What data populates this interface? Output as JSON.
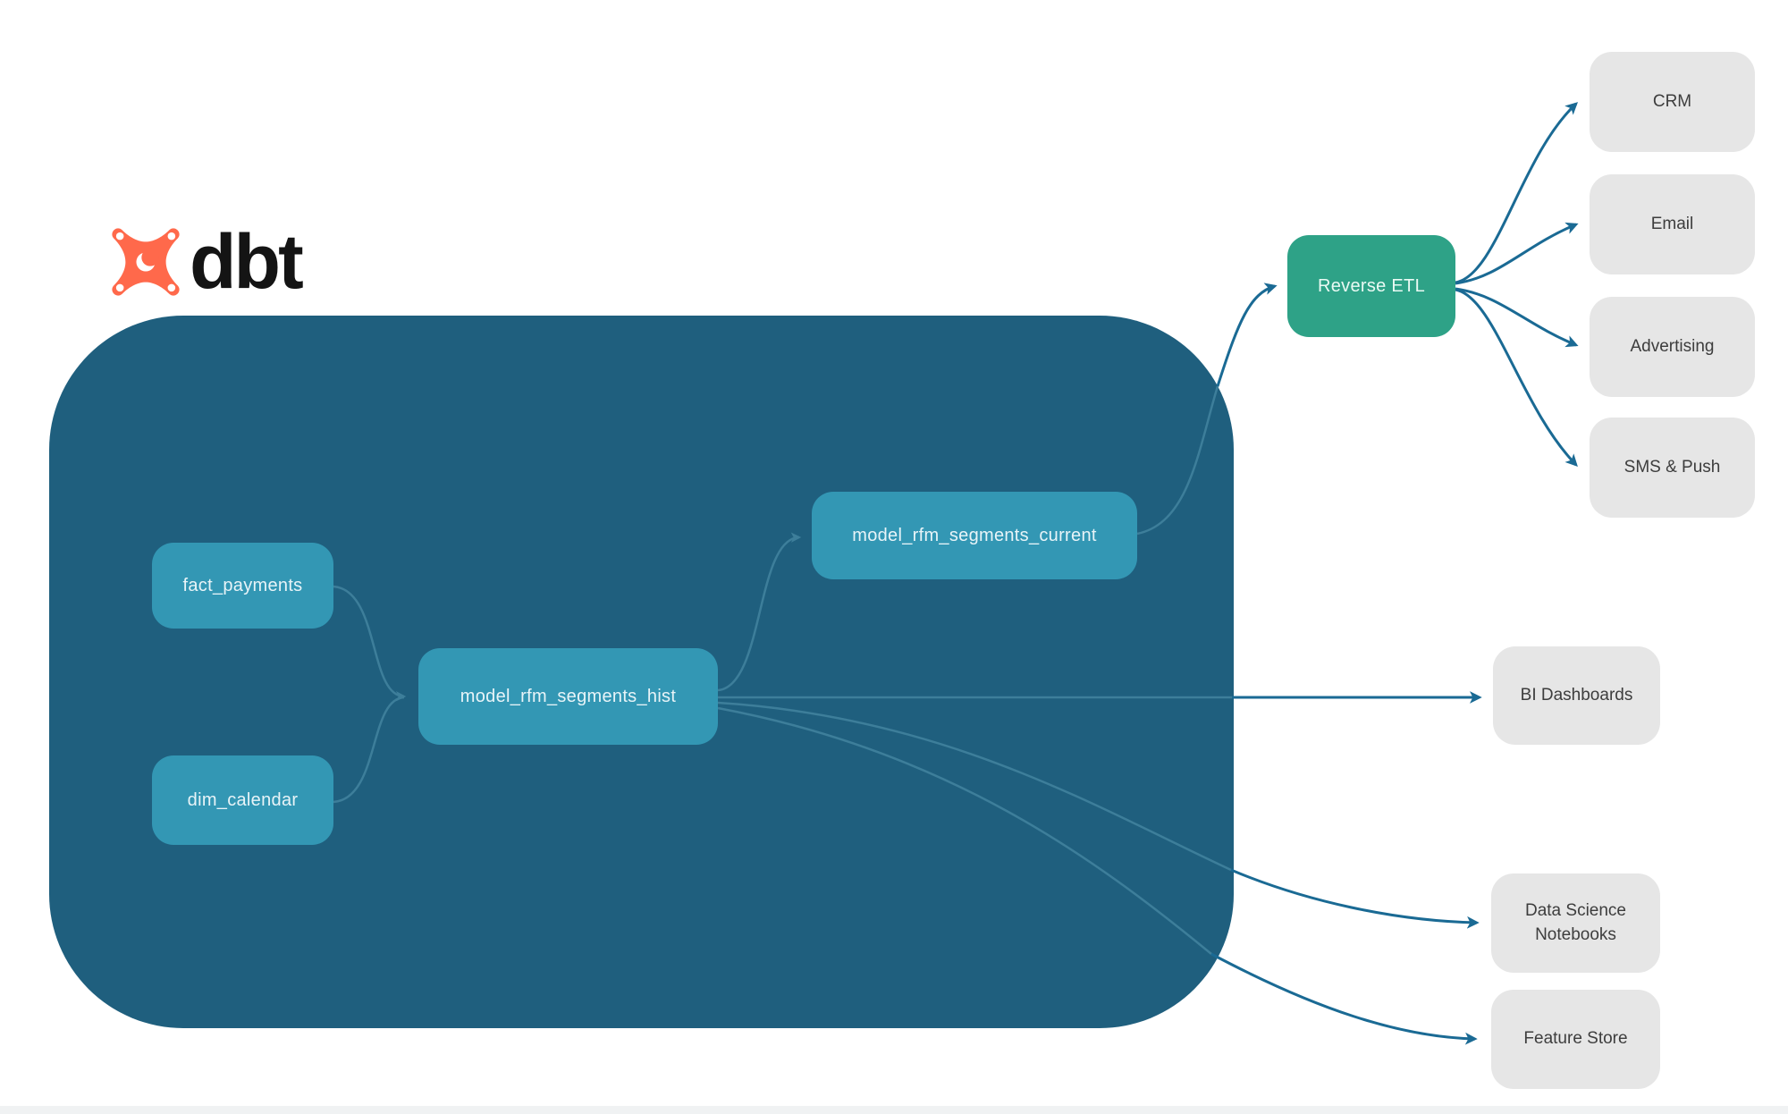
{
  "logo": {
    "text": "dbt",
    "icon": "dbt-star-icon",
    "icon_color": "#ff694b",
    "text_color": "#141414"
  },
  "warehouse": {
    "background_color": "#1f5f7e",
    "node_color": "#3397b4",
    "node_text_color": "#e8f4f8",
    "nodes": {
      "fact_payments": {
        "label": "fact_payments"
      },
      "dim_calendar": {
        "label": "dim_calendar"
      },
      "hist": {
        "label": "model_rfm_segments_hist"
      },
      "current": {
        "label": "model_rfm_segments_current"
      }
    }
  },
  "reverse_etl": {
    "label": "Reverse ETL",
    "color": "#2ea287",
    "text_color": "#eafaf4"
  },
  "destinations": [
    {
      "label": "CRM"
    },
    {
      "label": "Email"
    },
    {
      "label": "Advertising"
    },
    {
      "label": "SMS & Push"
    }
  ],
  "outputs": [
    {
      "label": "BI Dashboards"
    },
    {
      "label": "Data Science Notebooks"
    },
    {
      "label": "Feature Store"
    }
  ],
  "destination_style": {
    "background": "#e6e6e6",
    "text_color": "#3d3d3d"
  },
  "edge_colors": {
    "inside_warehouse": "#3d7e9a",
    "outside_warehouse": "#1a6a94"
  },
  "edges": [
    {
      "from": "fact_payments",
      "to": "model_rfm_segments_hist"
    },
    {
      "from": "dim_calendar",
      "to": "model_rfm_segments_hist"
    },
    {
      "from": "model_rfm_segments_hist",
      "to": "model_rfm_segments_current"
    },
    {
      "from": "model_rfm_segments_current",
      "to": "Reverse ETL"
    },
    {
      "from": "Reverse ETL",
      "to": "CRM"
    },
    {
      "from": "Reverse ETL",
      "to": "Email"
    },
    {
      "from": "Reverse ETL",
      "to": "Advertising"
    },
    {
      "from": "Reverse ETL",
      "to": "SMS & Push"
    },
    {
      "from": "model_rfm_segments_hist",
      "to": "BI Dashboards"
    },
    {
      "from": "model_rfm_segments_hist",
      "to": "Data Science Notebooks"
    },
    {
      "from": "model_rfm_segments_hist",
      "to": "Feature Store"
    }
  ]
}
